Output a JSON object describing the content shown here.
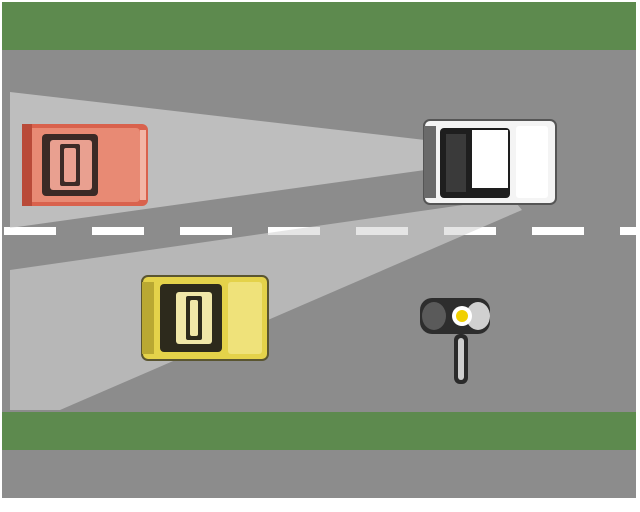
{
  "scene": {
    "description_type": "top-down road traffic illustration",
    "colors": {
      "grass": "#5d8a4e",
      "grass_dark": "#4a733e",
      "road": "#8c8c8c",
      "road_edge": "#9a9a9a",
      "lane_marking": "#ffffff",
      "headlight_beam": "#d8d8d8",
      "red_car": "#e0705a",
      "white_car": "#f4f4f4",
      "yellow_car": "#e8d84a",
      "motorcycle_light": "#f0d000"
    },
    "vehicles": [
      {
        "id": "red-car",
        "kind": "car",
        "color": "red",
        "heading": "left"
      },
      {
        "id": "white-car",
        "kind": "car",
        "color": "white",
        "heading": "left",
        "headlights_on": true
      },
      {
        "id": "yellow-car",
        "kind": "car",
        "color": "yellow",
        "heading": "left"
      },
      {
        "id": "motorcycle",
        "kind": "motorcycle",
        "heading": "left",
        "headlight_on": true
      }
    ]
  }
}
